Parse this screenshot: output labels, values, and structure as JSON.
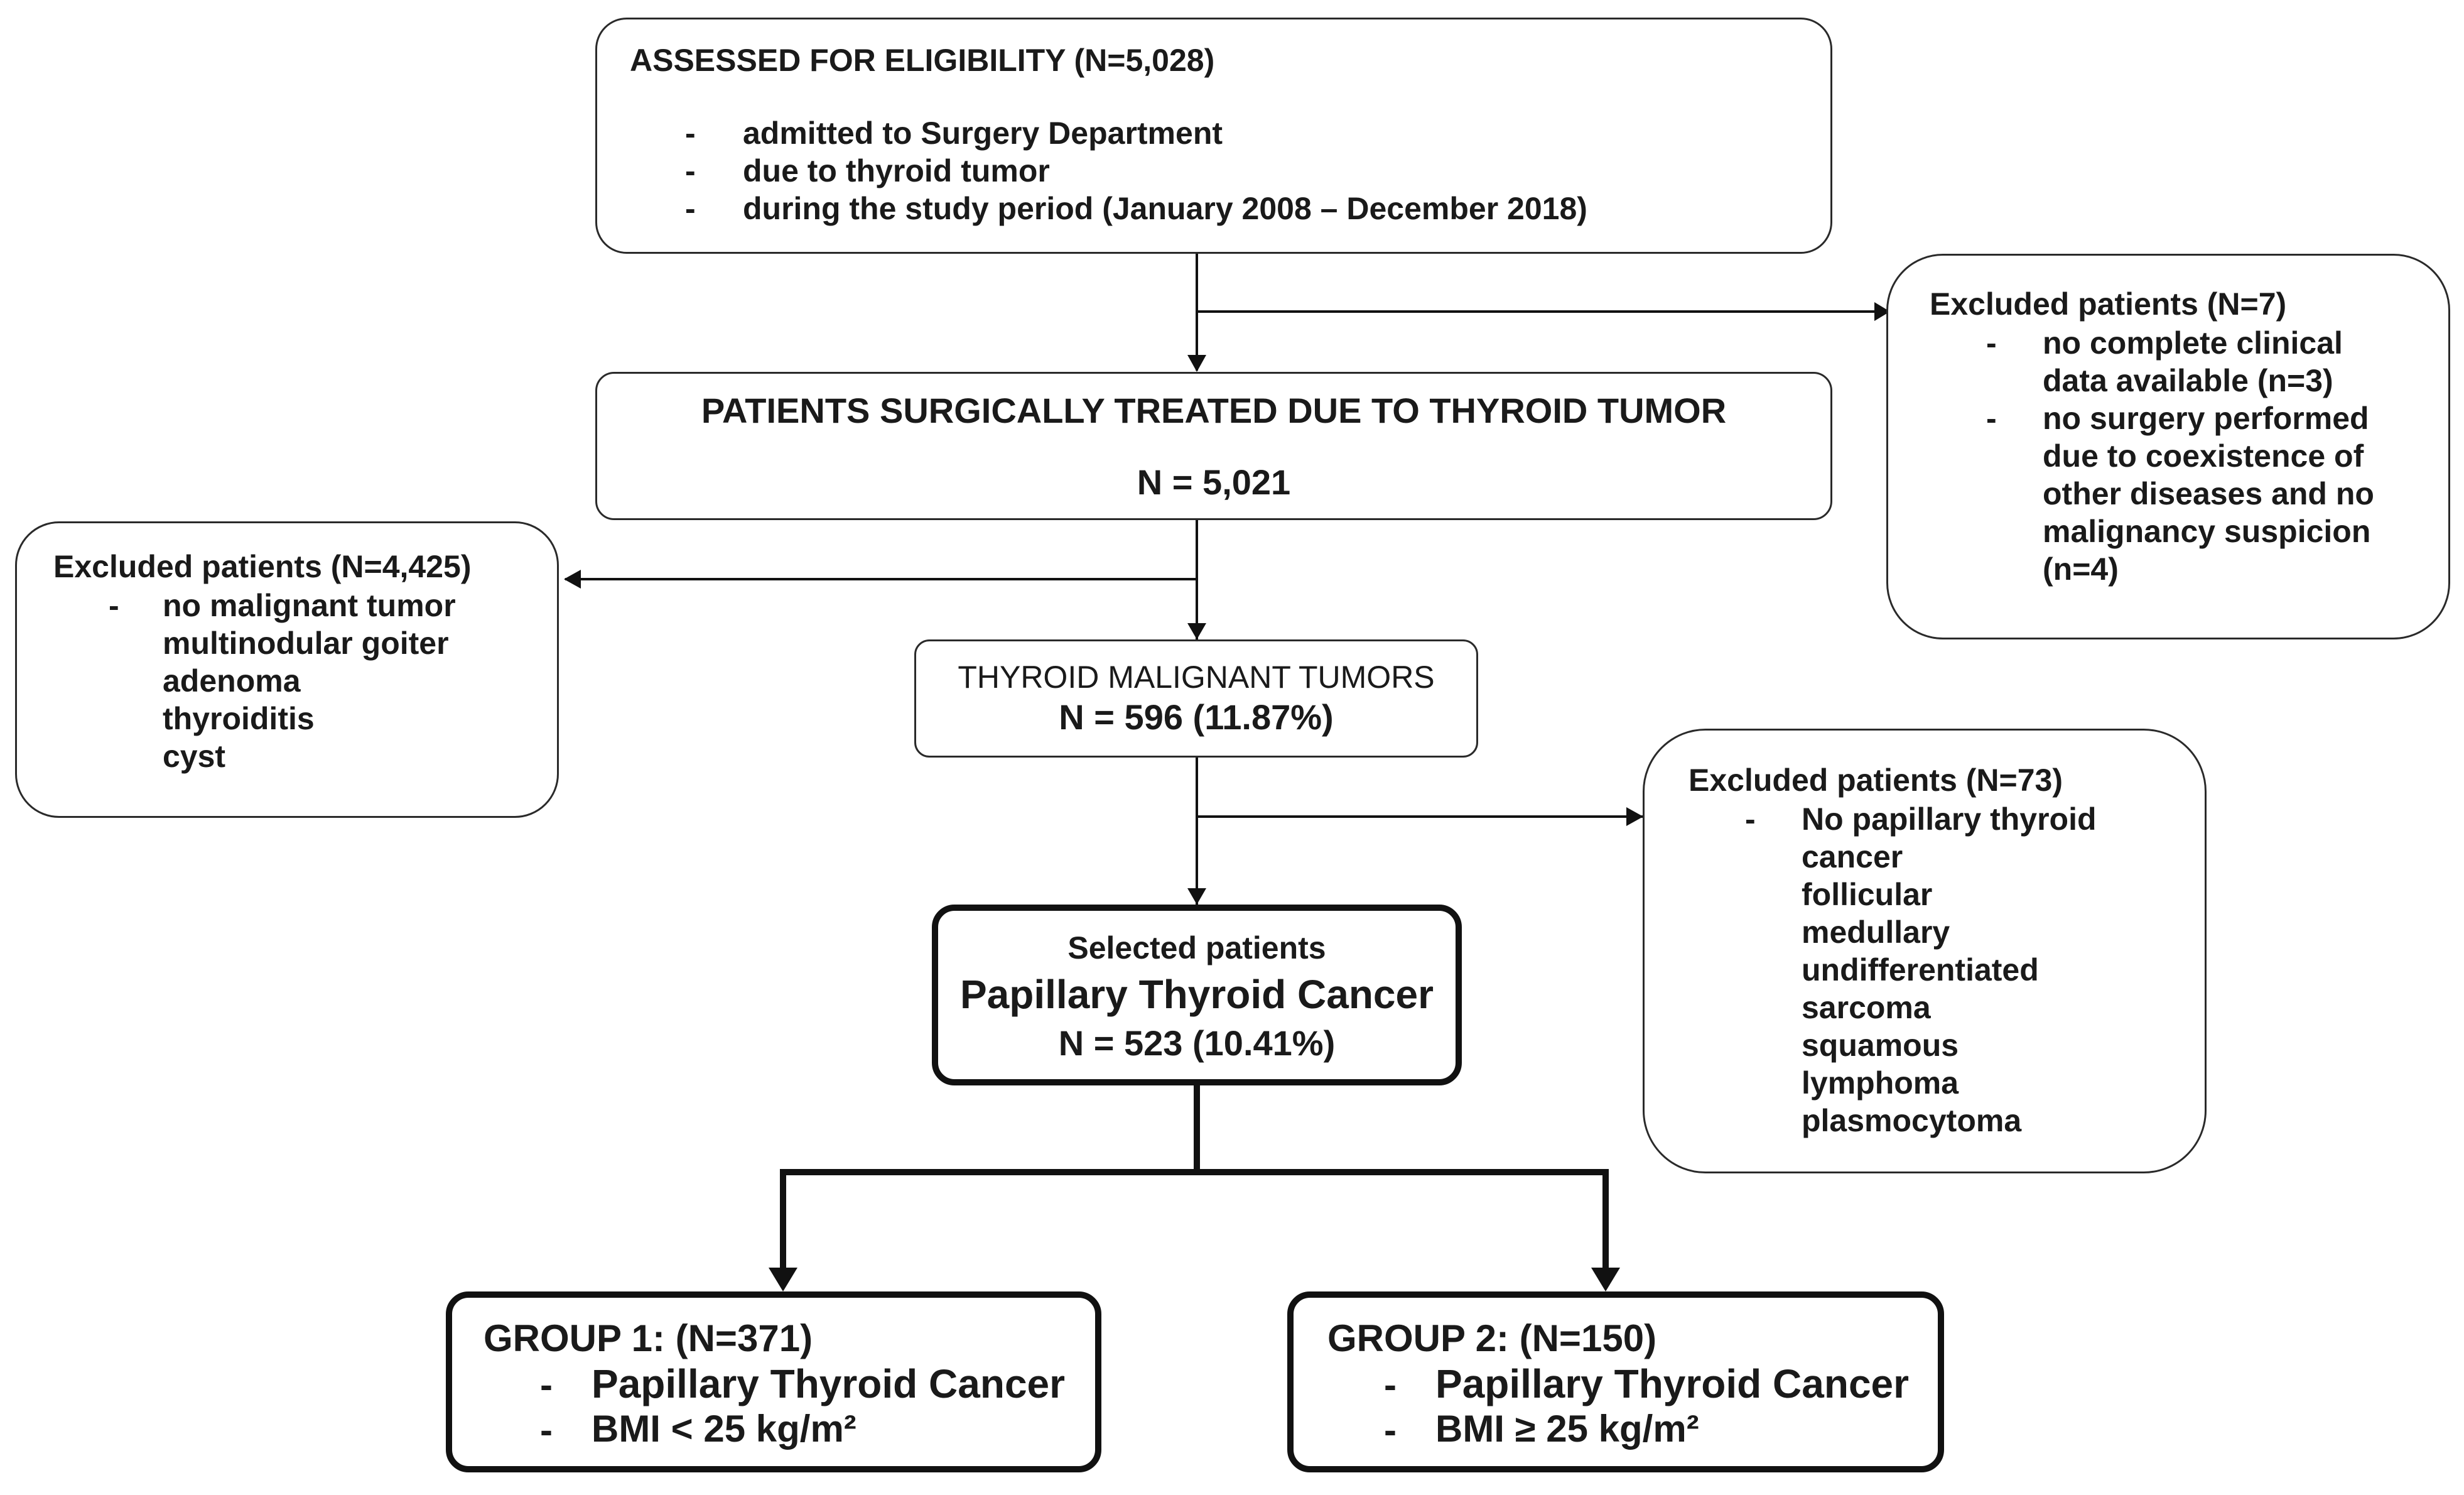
{
  "assessed": {
    "title": "ASSESSED FOR ELIGIBILITY (N=5,028)",
    "items": [
      "admitted to Surgery Department",
      "due to thyroid tumor",
      "during the study period (January 2008 – December 2018)"
    ]
  },
  "excluded1": {
    "title": "Excluded patients (N=7)",
    "items": [
      [
        "no complete clinical",
        "data available (n=3)"
      ],
      [
        "no surgery performed",
        "due to coexistence of",
        "other diseases and no",
        "malignancy suspicion",
        "(n=4)"
      ]
    ]
  },
  "treated": {
    "title": "PATIENTS SURGICALLY TREATED DUE TO THYROID TUMOR",
    "count": "N = 5,021"
  },
  "excluded2": {
    "title": "Excluded patients (N=4,425)",
    "lead": "no malignant tumor",
    "items": [
      "multinodular goiter",
      "adenoma",
      "thyroiditis",
      "cyst"
    ]
  },
  "malignant": {
    "title": "THYROID MALIGNANT TUMORS",
    "count": "N = 596 (11.87%)"
  },
  "excluded3": {
    "title": "Excluded patients (N=73)",
    "lead": [
      "No papillary thyroid",
      "cancer"
    ],
    "items": [
      "follicular",
      "medullary",
      "undifferentiated",
      "sarcoma",
      "squamous",
      "lymphoma",
      "plasmocytoma"
    ]
  },
  "selected": {
    "line1": "Selected patients",
    "line2": "Papillary Thyroid Cancer",
    "count": "N = 523 (10.41%)"
  },
  "group1": {
    "title": "GROUP 1: (N=371)",
    "items": [
      "Papillary Thyroid Cancer",
      "BMI < 25 kg/m²"
    ]
  },
  "group2": {
    "title": "GROUP 2: (N=150)",
    "items": [
      "Papillary Thyroid Cancer",
      "BMI ≥ 25 kg/m²"
    ]
  },
  "dash": "-"
}
